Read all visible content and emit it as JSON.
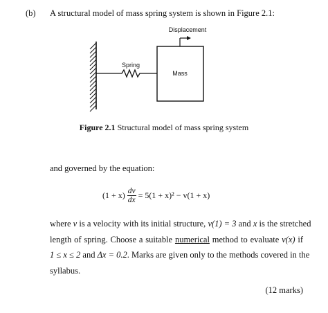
{
  "question": {
    "part_label": "(b)",
    "intro_text": "A structural model of mass spring system is shown in Figure 2.1:"
  },
  "figure": {
    "displacement_label": "Displacement",
    "spring_label": "Spring",
    "mass_label": "Mass",
    "caption_number": "Figure 2.1",
    "caption_text": " Structural model of mass spring system"
  },
  "equation_intro": "and governed by the equation:",
  "equation": {
    "lhs_factor": "(1 + x)",
    "num": "dv",
    "den": "dx",
    "rhs": "= 5(1 + x)² − v(1 + x)"
  },
  "body": {
    "line1_a": "where ",
    "line1_v": "v",
    "line1_b": " is a velocity with its initial structure, ",
    "line1_cond": "v(1) = 3",
    "line1_c": " and ",
    "line1_x": "x",
    "line1_d": " is the stretched",
    "line2_a": "length of spring. Choose a suitable ",
    "line2_u": "numerical",
    "line2_b": " method to evaluate ",
    "line2_vx": "v(x)",
    "line2_c": " if",
    "line3_range": "1 ≤ x ≤ 2",
    "line3_a": " and ",
    "line3_dx": "Δx = 0.2",
    "line3_b": ". Marks are given only to the methods covered in the",
    "line4": "syllabus."
  },
  "marks": "(12 marks)"
}
